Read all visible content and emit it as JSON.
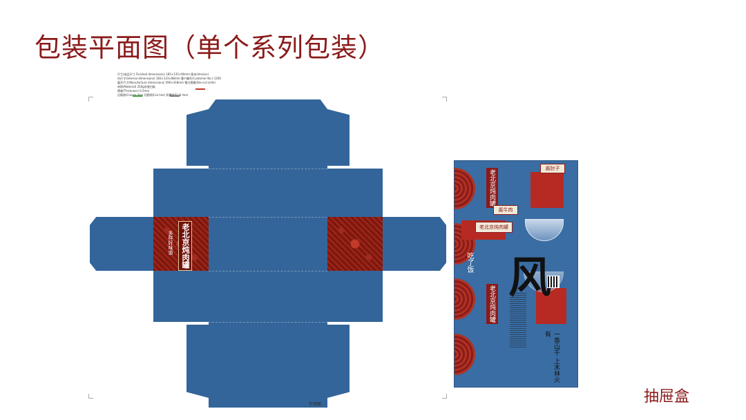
{
  "title": "包装平面图（单个系列包装）",
  "spec_lines": [
    "尺寸(成品尺寸 Finished dimensions)          185×135×90mm   版本(Version)",
    "内尺寸(Internal dimensions)                 183×133×88mm   客户编号(Customer No.)   12000",
    "展开尺寸(Manufacture dimensions)            596×418mm      钢刀规格(Die-cut knife)",
    "材质(Material)                              250g灰底白板    ",
    "厚度(Thickness)                             0.5mm",
    "压痕线(Crease line)                         切割线(Cut line)          折叠线(Fold line)"
  ],
  "dieline_band_text_main": "老北京炖肉罐",
  "dieline_band_text_sub": "多样好味道",
  "bottom_label": "外侧面",
  "box_type_label": "抽屉盒",
  "artwork": {
    "product_name": "老北京炖肉罐",
    "tag_1": "酱牛肉",
    "tag_2": "酱肘子",
    "slogan": "一香山千 上木林火有",
    "calligraphy": "风",
    "side_text": "吃了饭"
  },
  "colors": {
    "title_red": "#8b1a1a",
    "panel_blue": "#33659a",
    "band_red": "#9c2417"
  }
}
